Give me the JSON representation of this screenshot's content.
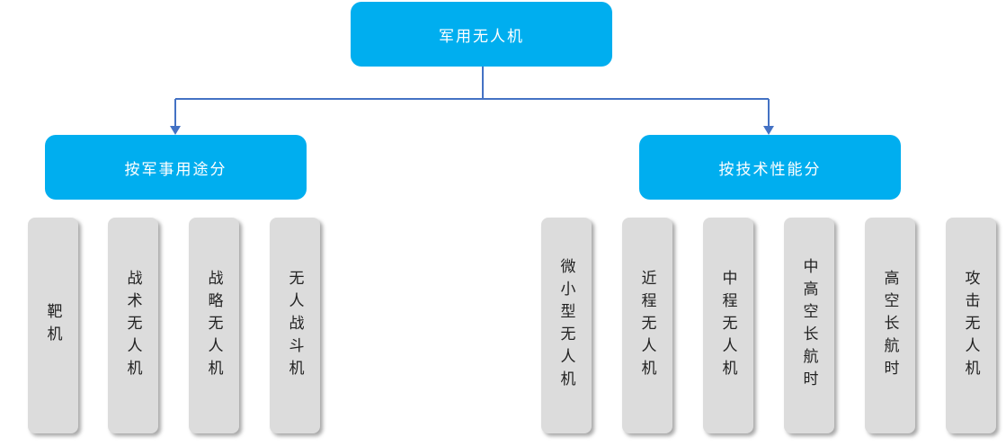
{
  "root": {
    "label": "军用无人机"
  },
  "groups": [
    {
      "label": "按军事用途分",
      "items": [
        "靶机",
        "战术无人机",
        "战略无人机",
        "无人战斗机"
      ]
    },
    {
      "label": "按技术性能分",
      "items": [
        "微小型无人机",
        "近程无人机",
        "中程无人机",
        "中高空长航时",
        "高空长航时",
        "攻击无人机"
      ]
    }
  ],
  "colors": {
    "box_blue": "#00aeef",
    "connector": "#4472c4",
    "leaf_gray": "#dcdcdc"
  }
}
